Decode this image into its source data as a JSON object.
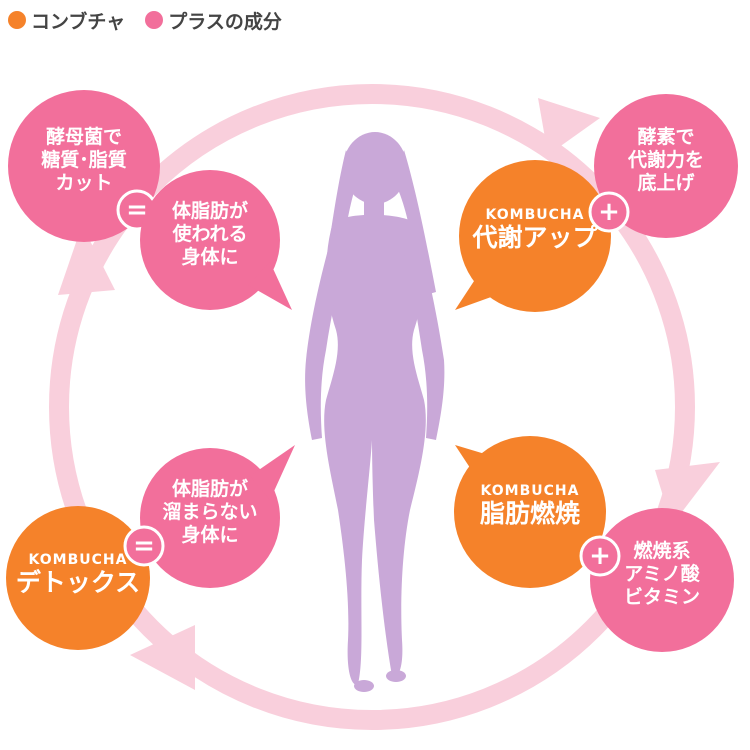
{
  "legend": [
    {
      "label": "コンブチャ",
      "color": "#f5822a"
    },
    {
      "label": "プラスの成分",
      "color": "#f26f9b"
    }
  ],
  "colors": {
    "orange": "#f5822a",
    "pink": "#f26f9b",
    "cycle": "#f9cfdc",
    "silhouette": "#c9a8d8"
  },
  "top_left": {
    "pink_lines": [
      "酵母菌で",
      "糖質･脂質",
      "カット"
    ],
    "operator": "=",
    "result_lines": [
      "体脂肪が",
      "使われる",
      "身体に"
    ]
  },
  "top_right": {
    "brand": "KOMBUCHA",
    "title": "代謝アップ",
    "operator": "+",
    "pink_lines": [
      "酵素で",
      "代謝力を",
      "底上げ"
    ]
  },
  "bottom_right": {
    "brand": "KOMBUCHA",
    "title": "脂肪燃焼",
    "operator": "+",
    "pink_lines": [
      "燃焼系",
      "アミノ酸",
      "ビタミン"
    ]
  },
  "bottom_left": {
    "brand": "KOMBUCHA",
    "title": "デトックス",
    "operator": "=",
    "result_lines": [
      "体脂肪が",
      "溜まらない",
      "身体に"
    ]
  }
}
